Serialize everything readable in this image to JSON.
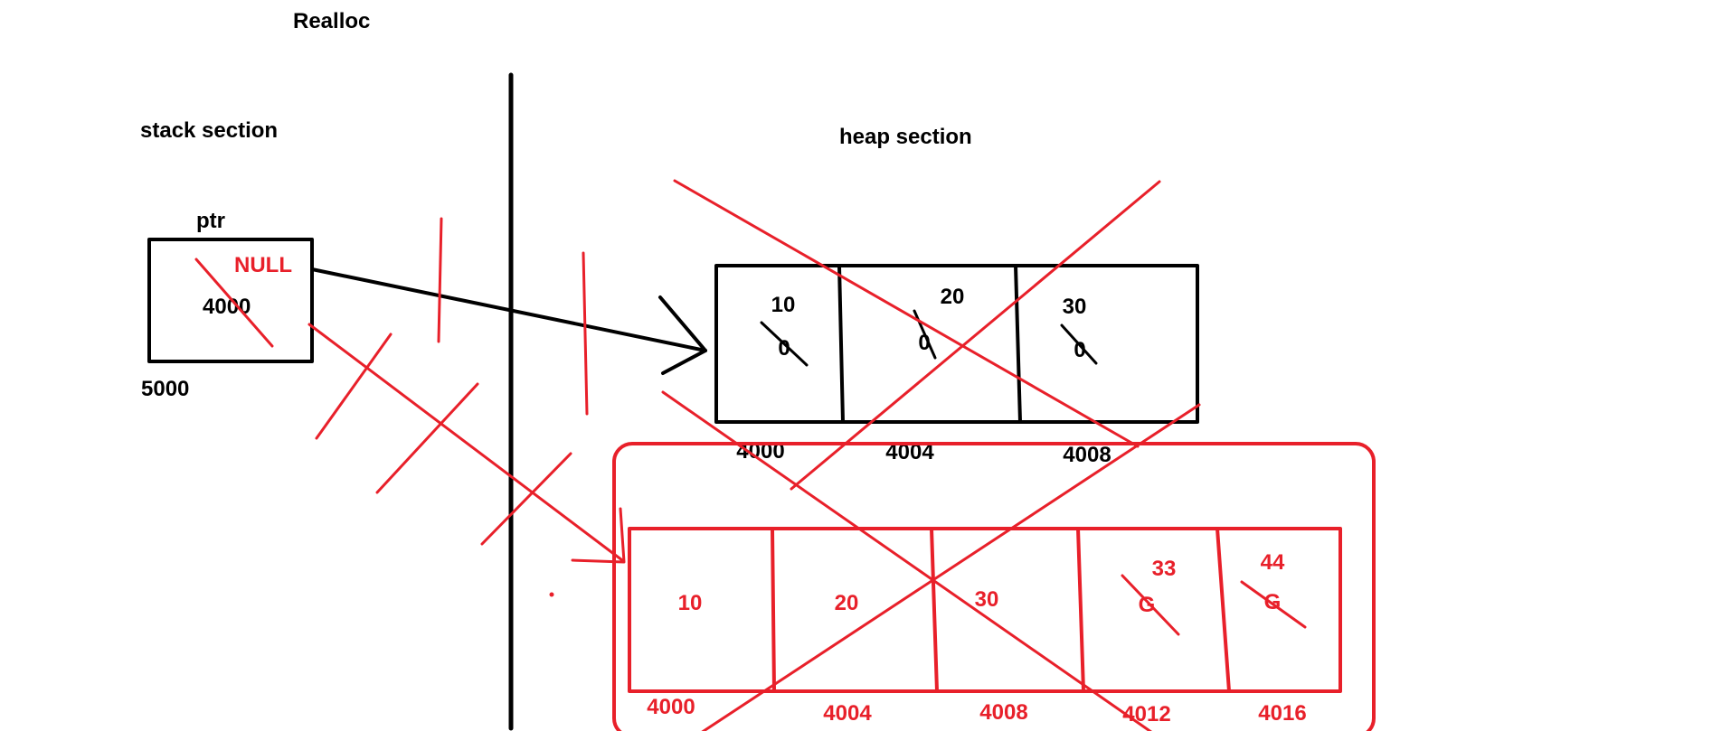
{
  "colors": {
    "ink": "#000000",
    "annotation": "#e8202a",
    "background": "#ffffff"
  },
  "title": "Realloc",
  "stack": {
    "heading": "stack section",
    "variable_name": "ptr",
    "current_value": "NULL",
    "old_value": "4000",
    "address": "5000"
  },
  "heap": {
    "heading": "heap section",
    "old_block": {
      "cells": [
        {
          "value": "10",
          "old_value": "0",
          "address": "4000"
        },
        {
          "value": "20",
          "old_value": "0",
          "address": "4004"
        },
        {
          "value": "30",
          "old_value": "0",
          "address": "4008"
        }
      ]
    },
    "new_block": {
      "cells": [
        {
          "value": "10",
          "old_value": "",
          "address": "4000"
        },
        {
          "value": "20",
          "old_value": "",
          "address": "4004"
        },
        {
          "value": "30",
          "old_value": "",
          "address": "4008"
        },
        {
          "value": "33",
          "old_value": "G",
          "address": "4012"
        },
        {
          "value": "44",
          "old_value": "G",
          "address": "4016"
        }
      ]
    }
  }
}
